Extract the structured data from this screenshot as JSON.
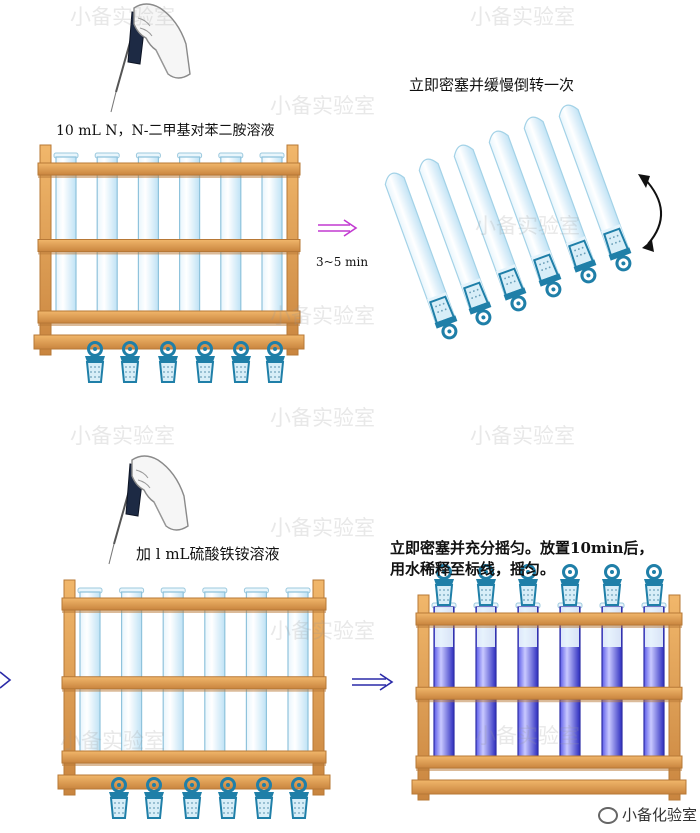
{
  "labels": {
    "step1_reagent": "10 mL N，N-二甲基对苯二胺溶液",
    "step2_action": "立即密塞并缓慢倒转一次",
    "step1_time": "3~5 min",
    "step3_reagent": "加 l mL硫酸铁铵溶液",
    "step4_action_line1": "立即密塞并充分摇匀。放置10min后，",
    "step4_action_line2": "用水稀释至标线，摇匀。"
  },
  "watermark": "小备实验室",
  "brand": "小备化验室",
  "colors": {
    "rack_wood": "#e3a45c",
    "rack_dark": "#b77836",
    "tube_fill_clear": "#cfe9f7",
    "tube_fill_blue": "#3f3fd6",
    "arrow_purple": "#c23ad1",
    "arrow_blue": "#2a2aa8",
    "stopper_blue": "#1f7fa8"
  },
  "icons": [
    "pipette-hand-icon",
    "stopper-icon",
    "rotate-arrow-icon",
    "double-arrow-icon",
    "wechat-icon"
  ]
}
